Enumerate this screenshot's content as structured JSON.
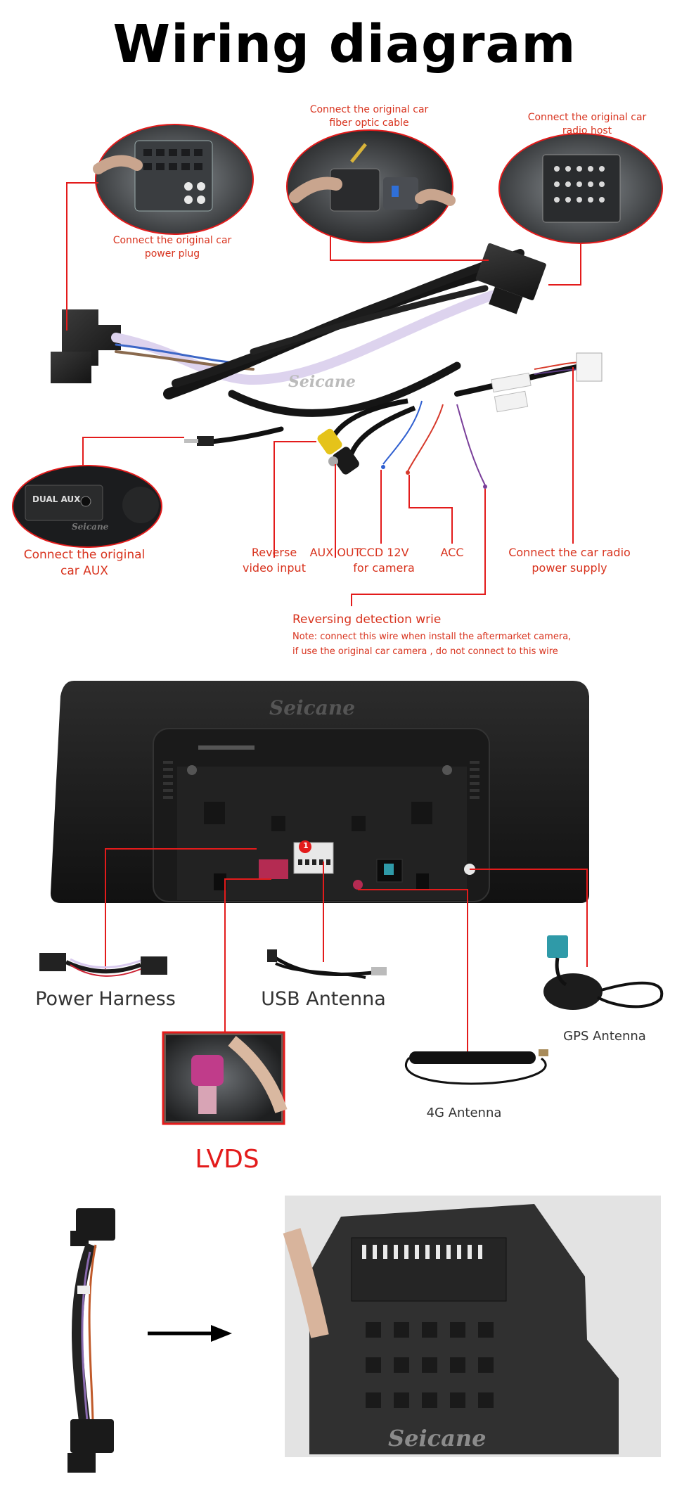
{
  "title": "Wiring diagram",
  "brand": "Seicane",
  "top_labels": {
    "power_plug": [
      "Connect the original car",
      "power plug"
    ],
    "fiber_optic": [
      "Connect the original car",
      "fiber optic cable"
    ],
    "radio_host": [
      "Connect the original car",
      "radio host"
    ],
    "aux": [
      "Connect the original",
      "car AUX"
    ],
    "dual_aux": "DUAL AUX",
    "reverse_video": [
      "Reverse",
      "video input"
    ],
    "aux_out": "AUX OUT",
    "ccd": [
      "CCD 12V",
      "for camera"
    ],
    "acc": "ACC",
    "power_supply": [
      "Connect the car radio",
      "power supply"
    ]
  },
  "reversing": {
    "title": "Reversing detection wrie",
    "note_line1": "Note: connect this wire when install the aftermarket camera,",
    "note_line2": "if use the original car camera , do not connect to this wire"
  },
  "unit_labels": {
    "power_harness": "Power Harness",
    "usb_antenna": "USB Antenna",
    "gps_antenna": "GPS Antenna",
    "antenna_4g": "4G Antenna",
    "lvds": "LVDS",
    "port_badge": "1"
  },
  "colors": {
    "accent_red": "#d8331e",
    "line_red": "#e31b1b",
    "device_black": "#1b1b1b"
  }
}
